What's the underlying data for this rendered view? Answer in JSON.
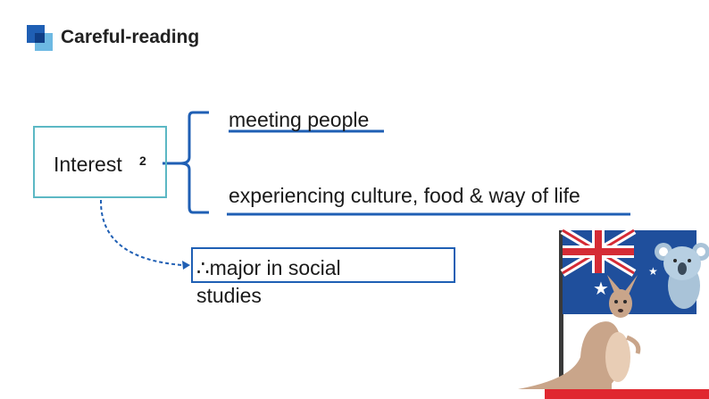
{
  "header": {
    "title": "Careful-reading"
  },
  "interest": {
    "label": "Interest",
    "superscript": "2"
  },
  "items": [
    {
      "text": "meeting people"
    },
    {
      "text": "experiencing culture, food & way of life"
    }
  ],
  "conclusion": {
    "symbol": "∴",
    "text_line1": "major in social",
    "text_line2": "studies"
  },
  "colors": {
    "accent_blue": "#1f5fb4",
    "box_teal": "#5cb8c4",
    "light_blue": "#6db9e3"
  }
}
